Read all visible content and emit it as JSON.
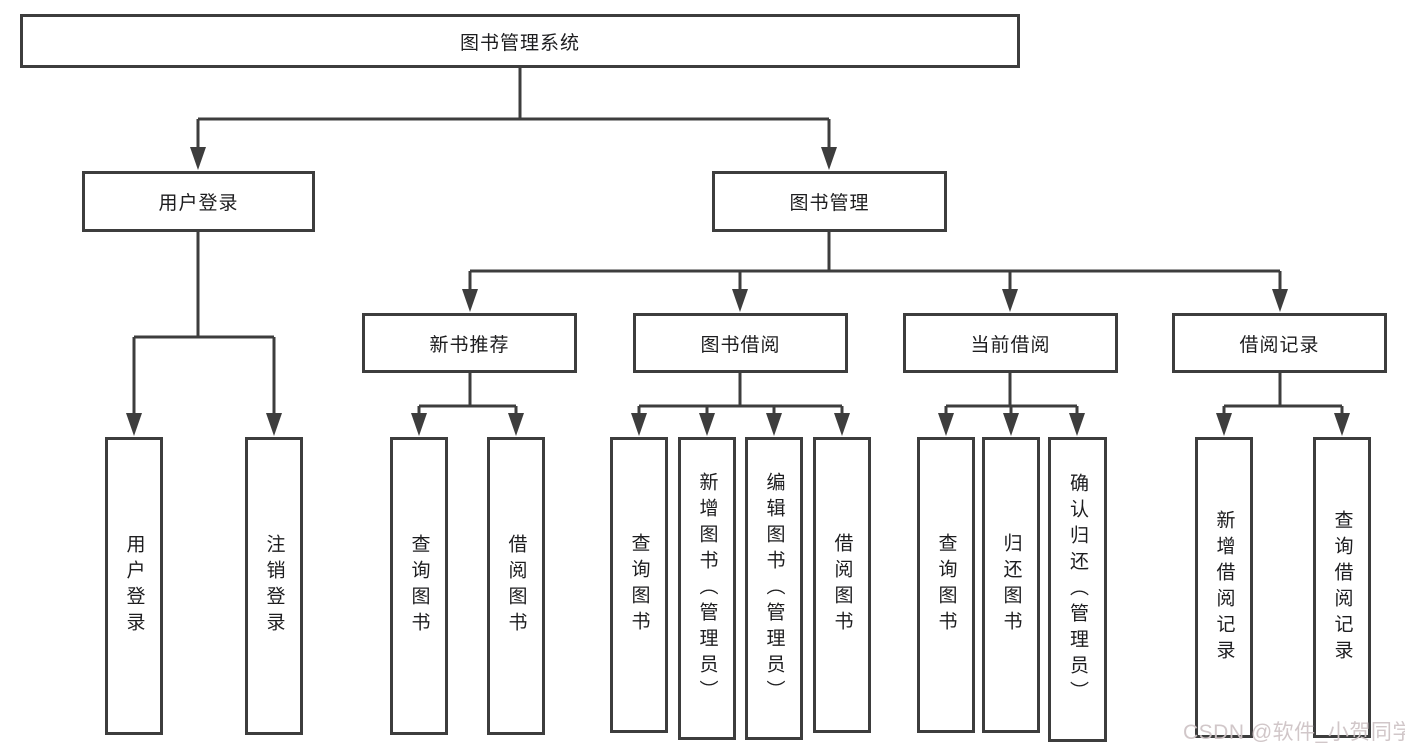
{
  "diagram": {
    "type": "hierarchy-tree",
    "root": {
      "label": "图书管理系统"
    },
    "level2": [
      {
        "id": "user-login-branch",
        "label": "用户登录"
      },
      {
        "id": "book-management-branch",
        "label": "图书管理"
      }
    ],
    "level3": [
      {
        "id": "new-book-recommend",
        "label": "新书推荐",
        "parent": "book-management-branch"
      },
      {
        "id": "book-borrow",
        "label": "图书借阅",
        "parent": "book-management-branch"
      },
      {
        "id": "current-borrow",
        "label": "当前借阅",
        "parent": "book-management-branch"
      },
      {
        "id": "borrow-records",
        "label": "借阅记录",
        "parent": "book-management-branch"
      }
    ],
    "leaves": [
      {
        "id": "user-login",
        "label": "用户登录",
        "parent": "user-login-branch"
      },
      {
        "id": "logout",
        "label": "注销登录",
        "parent": "user-login-branch"
      },
      {
        "id": "query-books-recommend",
        "label": "查询图书",
        "parent": "new-book-recommend"
      },
      {
        "id": "borrow-books-recommend",
        "label": "借阅图书",
        "parent": "new-book-recommend"
      },
      {
        "id": "query-books-borrow",
        "label": "查询图书",
        "parent": "book-borrow"
      },
      {
        "id": "add-books-admin",
        "label": "新增图书（管理员）",
        "parent": "book-borrow"
      },
      {
        "id": "edit-books-admin",
        "label": "编辑图书（管理员）",
        "parent": "book-borrow"
      },
      {
        "id": "borrow-books",
        "label": "借阅图书",
        "parent": "book-borrow"
      },
      {
        "id": "query-books-current",
        "label": "查询图书",
        "parent": "current-borrow"
      },
      {
        "id": "return-books",
        "label": "归还图书",
        "parent": "current-borrow"
      },
      {
        "id": "confirm-return-admin",
        "label": "确认归还（管理员）",
        "parent": "current-borrow"
      },
      {
        "id": "add-borrow-record",
        "label": "新增借阅记录",
        "parent": "borrow-records"
      },
      {
        "id": "query-borrow-record",
        "label": "查询借阅记录",
        "parent": "borrow-records"
      }
    ],
    "colors": {
      "line": "#3d3d3d",
      "box_border": "#3d3d3d",
      "box_background": "#ffffff",
      "text": "#1d1d1f",
      "watermark": "#cfc4c6"
    },
    "watermark": "CSDN @软件_小贺同学"
  }
}
